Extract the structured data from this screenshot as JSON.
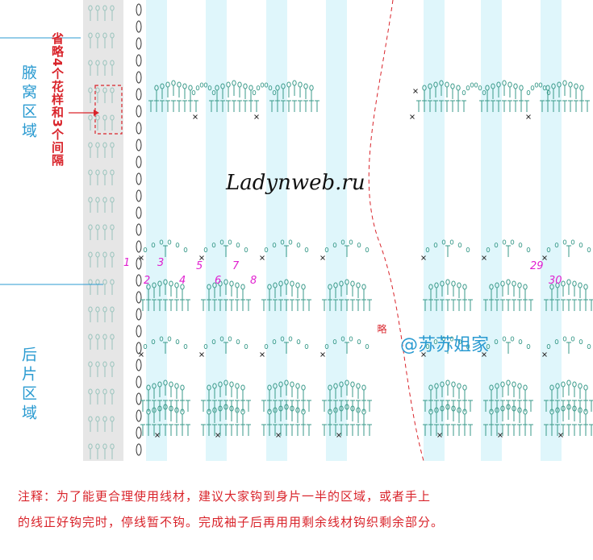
{
  "labels": {
    "armpit_region": "腋窝区域",
    "back_region": "后片区域",
    "omit_note": "省略4个花样和3个间隔",
    "omit_short": "略"
  },
  "watermark": "Ladynweb.ru",
  "brand": "@苏苏姐家",
  "note_line1": "注释：为了能更合理使用线材，建议大家钩到身片一半的区域，或者手上",
  "note_line2": "的线正好钩完时，停线暂不钩。完成袖子后再用用剩余线材钩织剩余部分。",
  "row_numbers": [
    "1",
    "2",
    "3",
    "4",
    "5",
    "6",
    "7",
    "8",
    "29",
    "30"
  ],
  "colors": {
    "accent_blue": "#2b9bd1",
    "accent_red": "#d9242b",
    "row_number_magenta": "#e020d0",
    "stitch_teal": "#3a9a8a",
    "column_bg": "#dff6fb"
  }
}
